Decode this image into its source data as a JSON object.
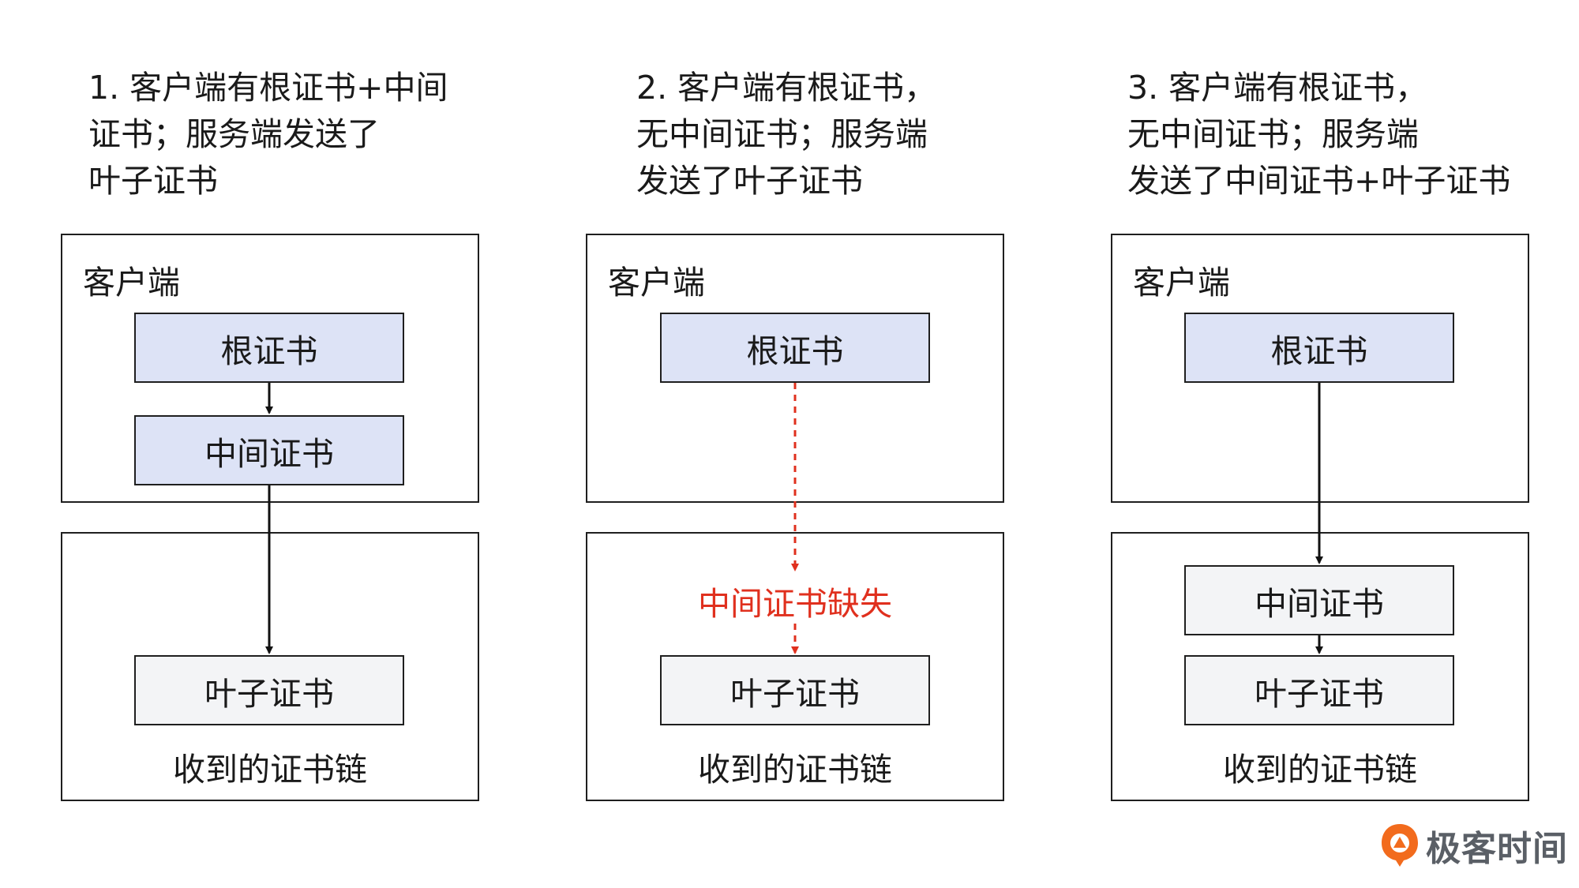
{
  "scenarios": [
    {
      "title": "1. 客户端有根证书+中间\n证书；服务端发送了\n叶子证书",
      "client_label": "客户端",
      "client_certs": [
        "根证书",
        "中间证书"
      ],
      "received_certs": [
        "叶子证书"
      ],
      "received_caption": "收到的证书链"
    },
    {
      "title": "2. 客户端有根证书，\n无中间证书；服务端\n发送了叶子证书",
      "client_label": "客户端",
      "client_certs": [
        "根证书"
      ],
      "missing_label": "中间证书缺失",
      "received_certs": [
        "叶子证书"
      ],
      "received_caption": "收到的证书链"
    },
    {
      "title": "3. 客户端有根证书，\n无中间证书；服务端\n发送了中间证书+叶子证书",
      "client_label": "客户端",
      "client_certs": [
        "根证书"
      ],
      "received_certs": [
        "中间证书",
        "叶子证书"
      ],
      "received_caption": "收到的证书链"
    }
  ],
  "colors": {
    "client_cert": "#dde3f6",
    "received_cert": "#f3f4f6",
    "missing": "#e0301e"
  },
  "logo": {
    "text": "极客时间",
    "icon": "geektime-logo-icon"
  }
}
